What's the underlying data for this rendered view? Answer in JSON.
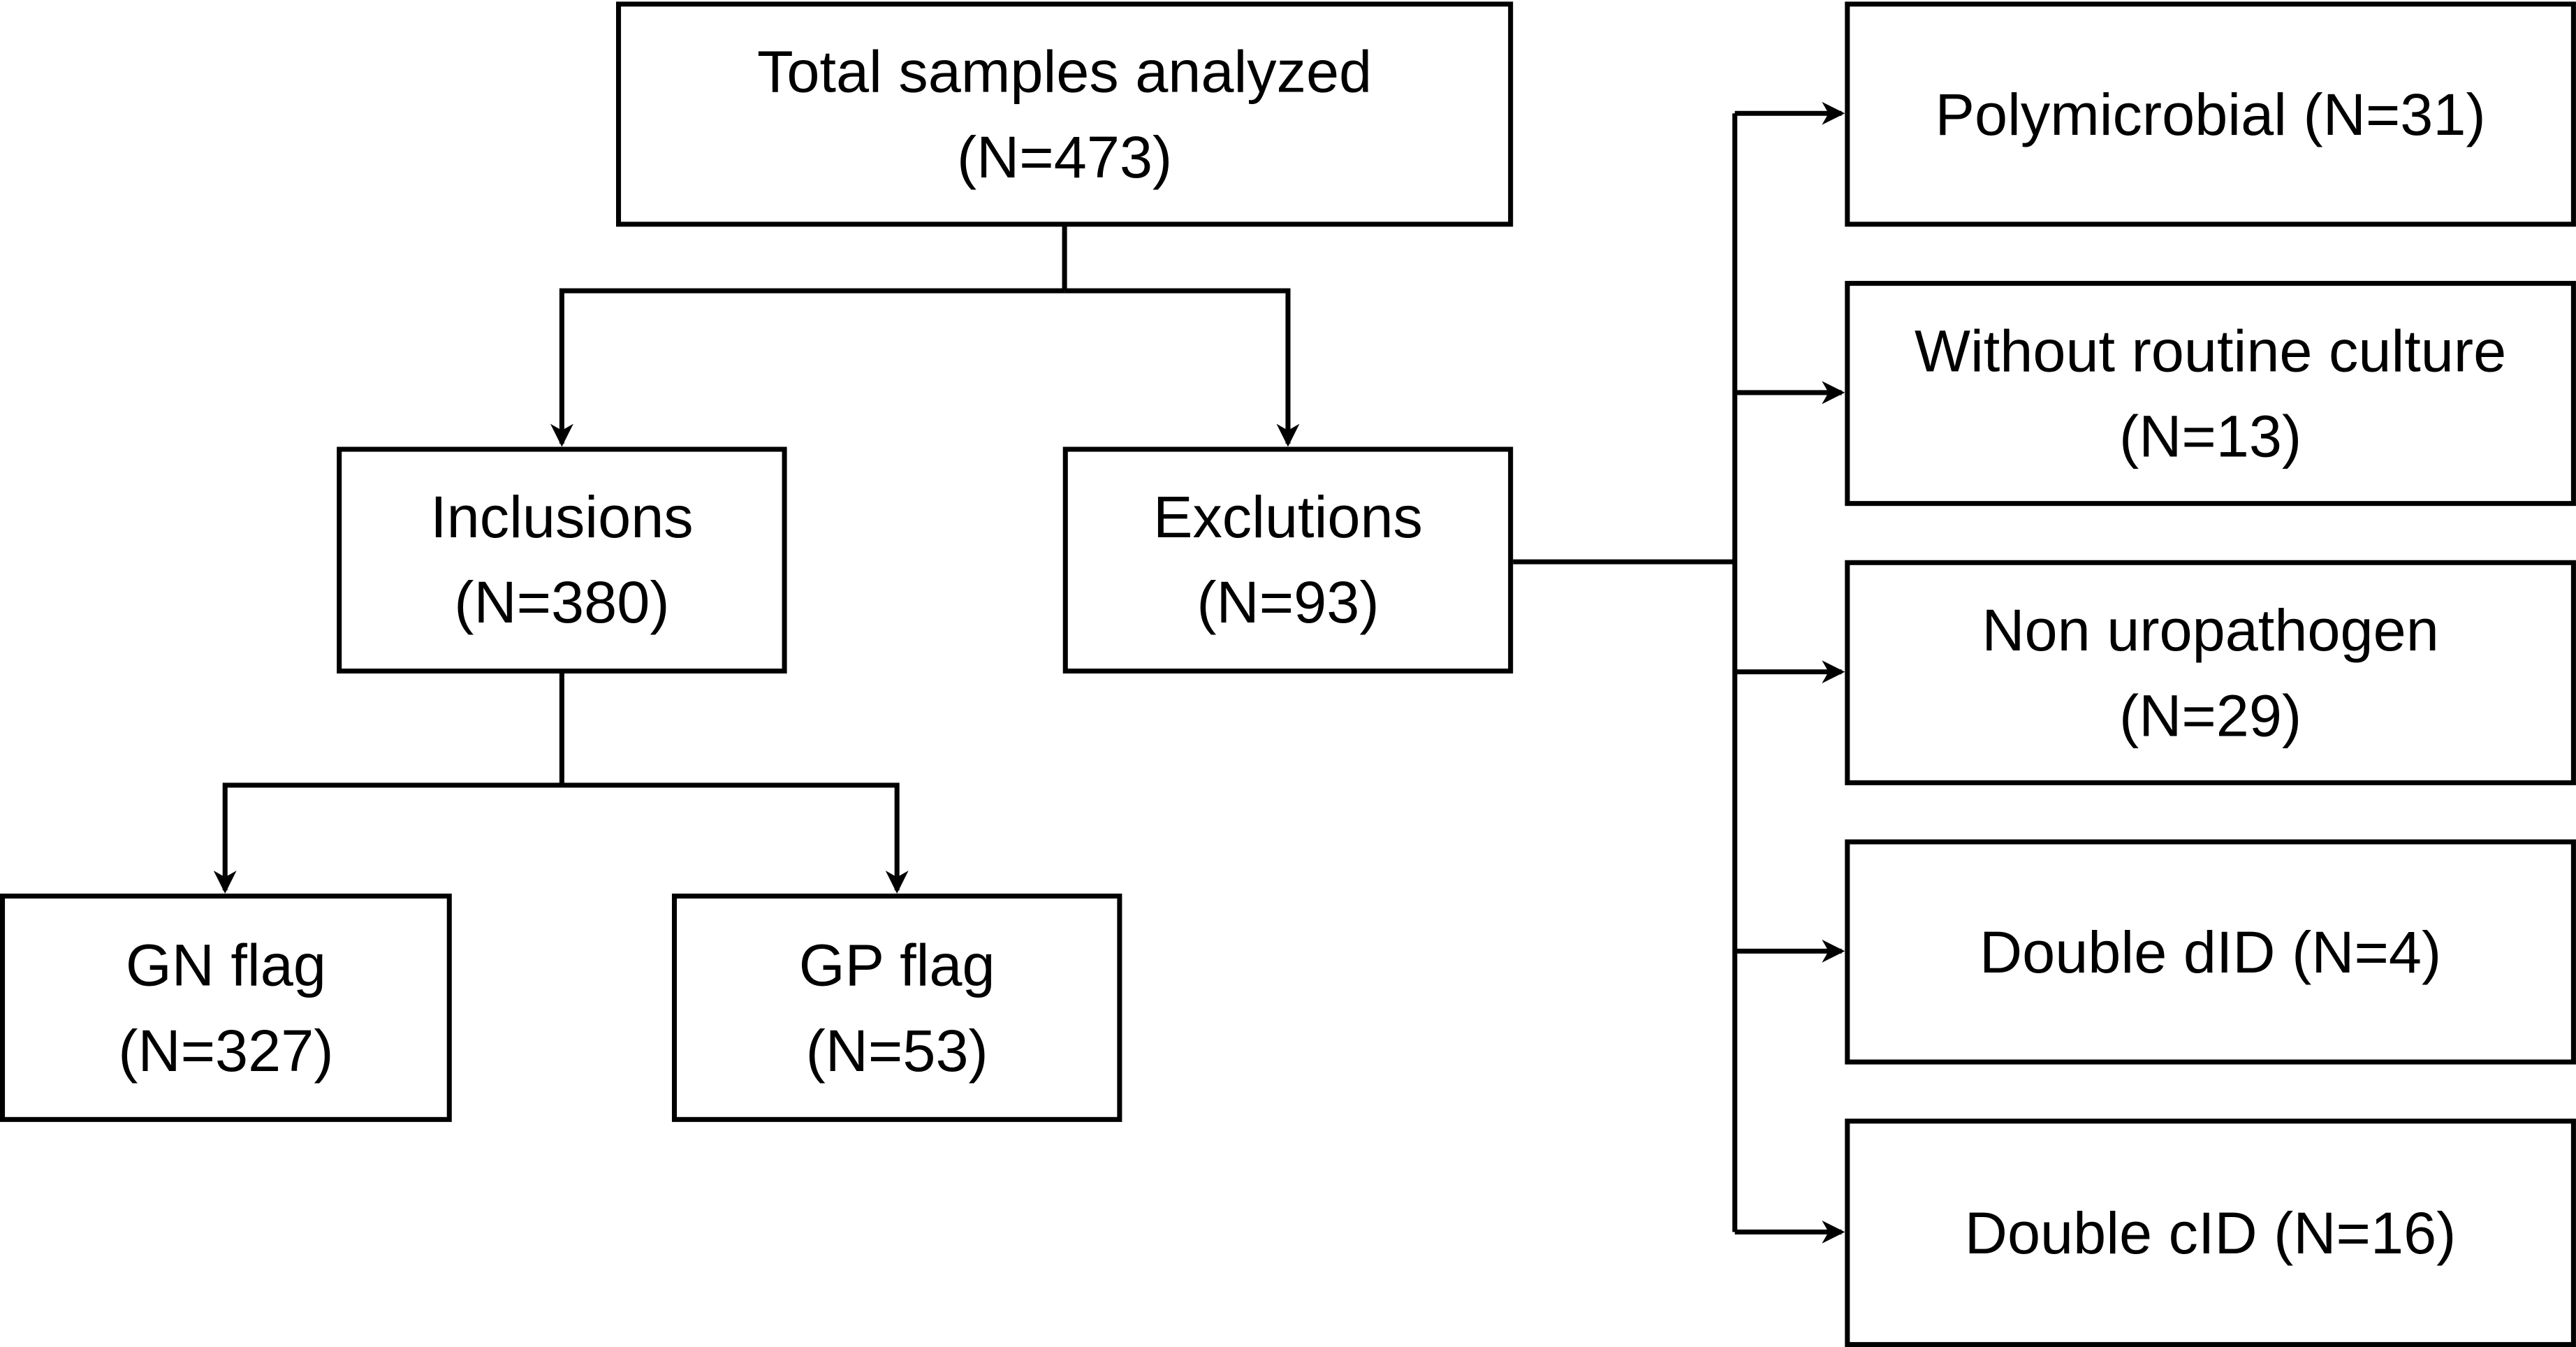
{
  "diagram": {
    "type": "flowchart",
    "nodes": {
      "total": {
        "lines": [
          "Total samples analyzed",
          "(N=473)"
        ]
      },
      "inclusions": {
        "lines": [
          "Inclusions",
          "(N=380)"
        ]
      },
      "exclusions": {
        "lines": [
          "Exclutions",
          "(N=93)"
        ]
      },
      "gn_flag": {
        "lines": [
          "GN flag",
          "(N=327)"
        ]
      },
      "gp_flag": {
        "lines": [
          "GP flag",
          "(N=53)"
        ]
      },
      "polymicrobial": {
        "lines": [
          "Polymicrobial (N=31)"
        ]
      },
      "without_culture": {
        "lines": [
          "Without routine culture",
          "(N=13)"
        ]
      },
      "non_uropathogen": {
        "lines": [
          "Non uropathogen",
          "(N=29)"
        ]
      },
      "double_did": {
        "lines": [
          "Double dID (N=4)"
        ]
      },
      "double_cid": {
        "lines": [
          "Double cID (N=16)"
        ]
      }
    },
    "edges": [
      [
        "total",
        "inclusions"
      ],
      [
        "total",
        "exclusions"
      ],
      [
        "inclusions",
        "gn_flag"
      ],
      [
        "inclusions",
        "gp_flag"
      ],
      [
        "exclusions",
        "polymicrobial"
      ],
      [
        "exclusions",
        "without_culture"
      ],
      [
        "exclusions",
        "non_uropathogen"
      ],
      [
        "exclusions",
        "double_did"
      ],
      [
        "exclusions",
        "double_cid"
      ]
    ]
  }
}
